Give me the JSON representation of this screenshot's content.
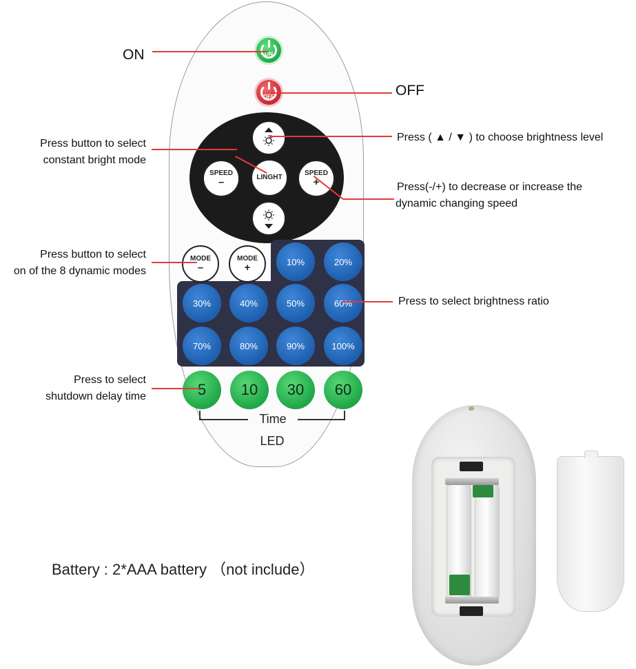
{
  "callouts": {
    "on": "ON",
    "off": "OFF",
    "brightness_level": "Press ( ▲ / ▼ ) to choose brightness level",
    "constant_mode_1": "Press button to select",
    "constant_mode_2": "constant bright mode",
    "speed_1": "Press(-/+) to decrease or increase the",
    "speed_2": "dynamic changing speed",
    "dynamic_mode_1": "Press button to select",
    "dynamic_mode_2": "on of the 8 dynamic modes",
    "ratio": "Press to select brightness ratio",
    "delay_1": "Press to select",
    "delay_2": "shutdown delay time"
  },
  "remote": {
    "on_label": "ON",
    "off_label": "OFF",
    "light_label": "LINGHT",
    "speed_minus": {
      "label": "SPEED",
      "sign": "–"
    },
    "speed_plus": {
      "label": "SPEED",
      "sign": "+"
    },
    "mode_minus": {
      "label": "MODE",
      "sign": "–"
    },
    "mode_plus": {
      "label": "MODE",
      "sign": "+"
    },
    "percent": [
      "10%",
      "20%",
      "30%",
      "40%",
      "50%",
      "60%",
      "70%",
      "80%",
      "90%",
      "100%"
    ],
    "timers": [
      "5",
      "10",
      "30",
      "60"
    ],
    "time_label": "Time",
    "brand": "LED"
  },
  "battery_note": "Battery : 2*AAA battery （not include）",
  "colors": {
    "on": "#2dbb57",
    "off": "#d9343c",
    "panel": "#2f3147",
    "button_blue": "#1d5fae",
    "button_green": "#1fa648",
    "callout_line": "#e23a3a"
  }
}
